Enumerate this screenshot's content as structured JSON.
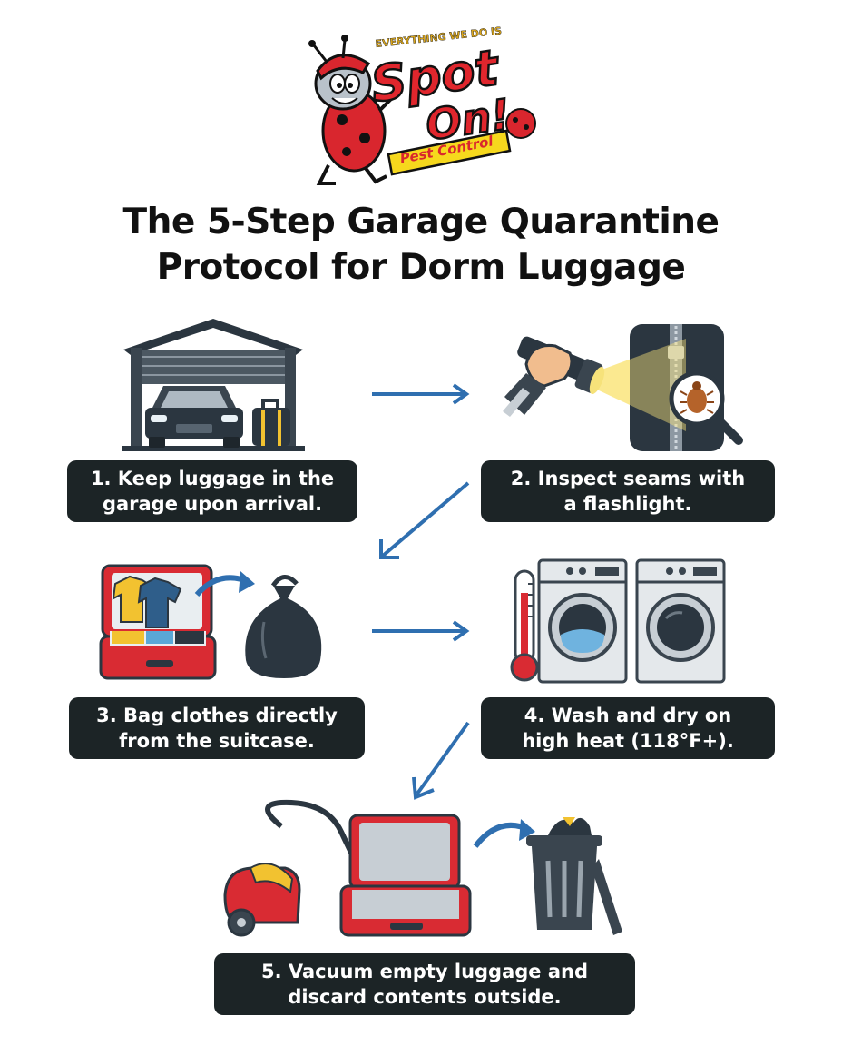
{
  "logo": {
    "tagline": "EVERYTHING WE DO IS",
    "word1": "Spot",
    "word2": "On!",
    "subtitle": "Pest Control"
  },
  "title": {
    "line1": "The 5-Step Garage Quarantine",
    "line2": "Protocol for Dorm Luggage"
  },
  "steps": [
    {
      "line1": "1. Keep luggage in the",
      "line2": "garage upon arrival."
    },
    {
      "line1": "2. Inspect seams with",
      "line2": "a flashlight."
    },
    {
      "line1": "3. Bag clothes directly",
      "line2": "from the suitcase."
    },
    {
      "line1": "4. Wash and dry on",
      "line2": "high heat (118°F+)."
    },
    {
      "line1": "5. Vacuum empty luggage and",
      "line2": "discard contents outside."
    }
  ],
  "colors": {
    "caption_bg": "#1c2426",
    "arrow": "#2f6fb0",
    "logo_red": "#e0262d",
    "logo_yellow": "#f6d81d",
    "suitcase_red": "#d92b33",
    "dark": "#2b3640"
  },
  "icons": [
    "garage-icon",
    "car-icon",
    "luggage-icon",
    "flashlight-icon",
    "magnifier-icon",
    "bed-bug-icon",
    "open-suitcase-icon",
    "garbage-bag-icon",
    "thermometer-icon",
    "washing-machine-icon",
    "dryer-icon",
    "vacuum-icon",
    "trash-can-icon",
    "ladybug-mascot-icon"
  ]
}
